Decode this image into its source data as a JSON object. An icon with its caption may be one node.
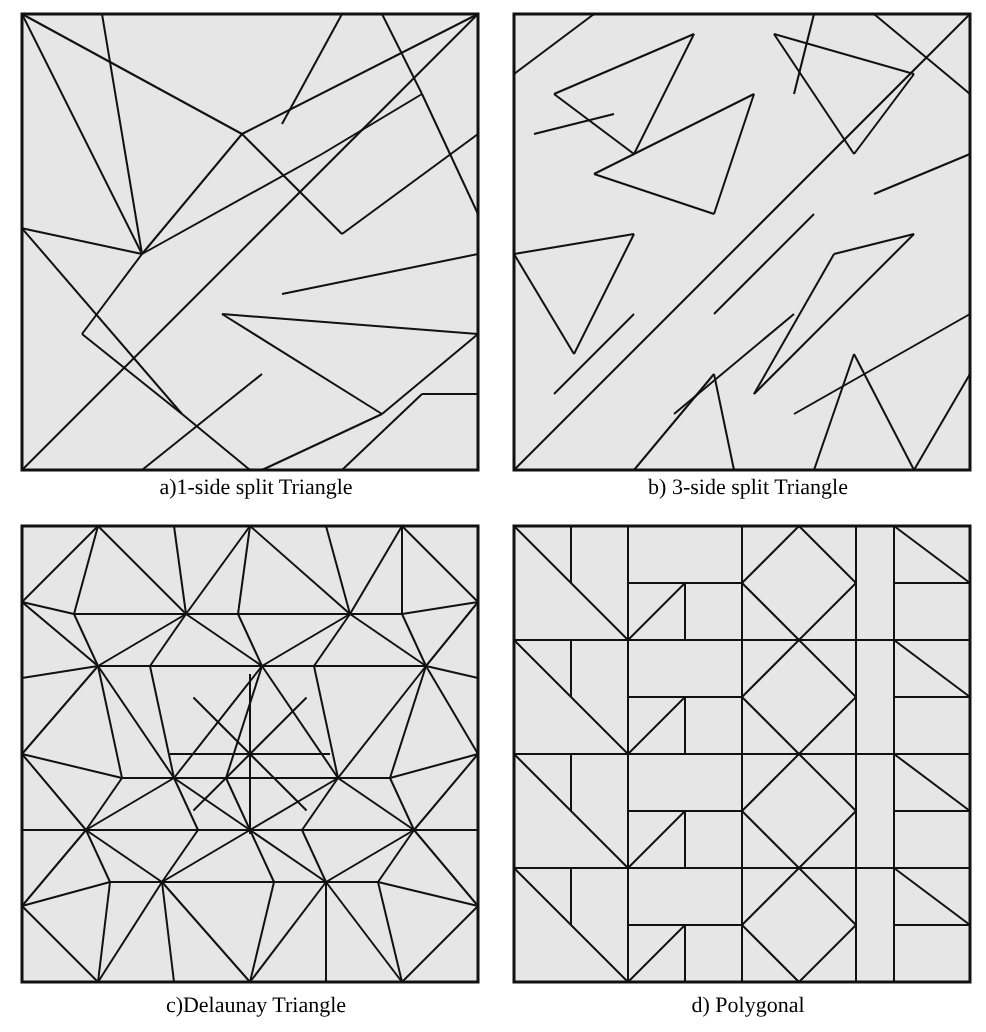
{
  "diagram": {
    "labels": [
      "a)1-side split Triangle",
      "b) 3-side split Triangle",
      "c)Delaunay Triangle",
      "d) Polygonal"
    ]
  }
}
